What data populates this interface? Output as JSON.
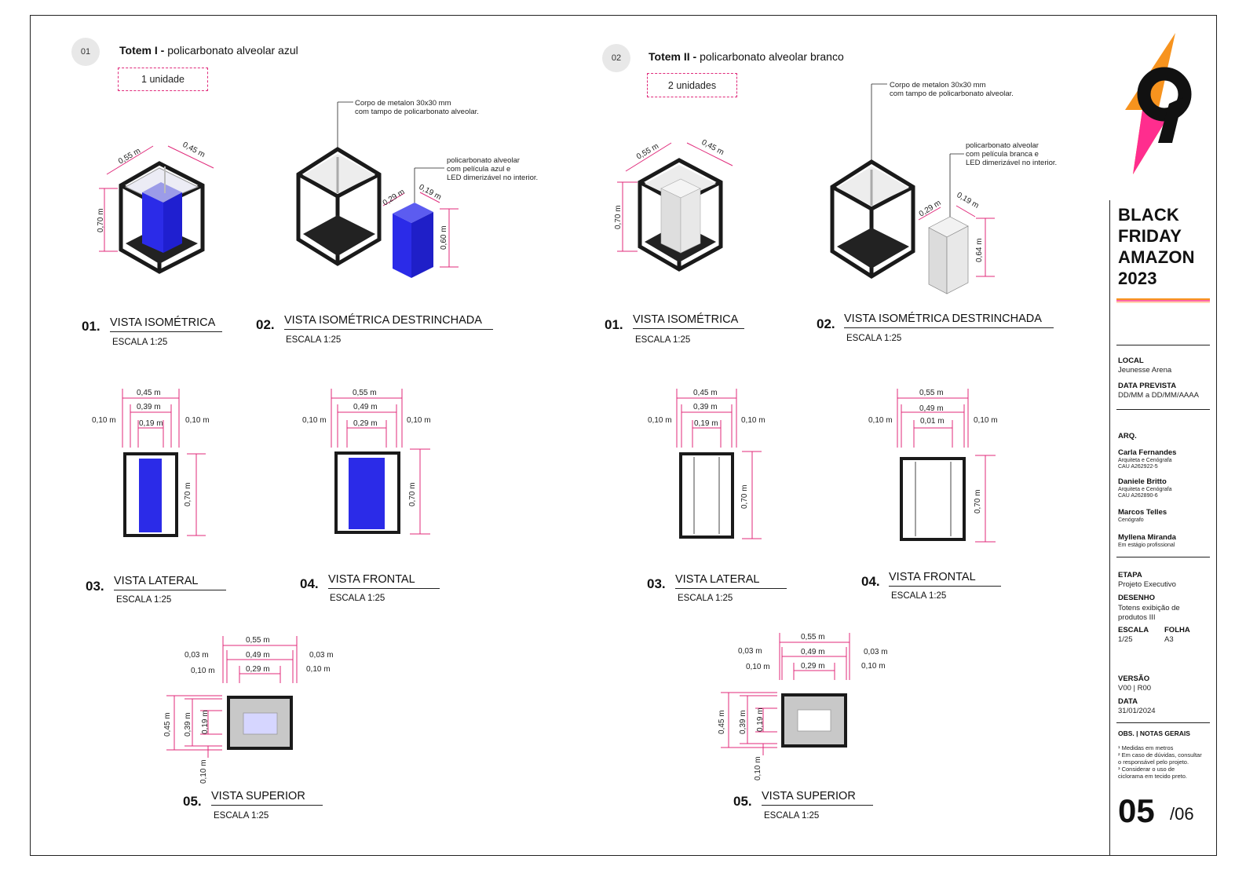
{
  "left": {
    "number": "01",
    "title_bold": "Totem I -",
    "title_rest": "policarbonato alveolar azul",
    "units": "1 unidade",
    "note_body": [
      "Corpo de metalon 30x30 mm",
      "com tampo de policarbonato alveolar."
    ],
    "note_panel": [
      "policarbonato alveolar",
      "com película azul e",
      "LED dimerizável no interior."
    ],
    "iso_dims": {
      "w1": "0,55 m",
      "w2": "0,45 m",
      "h": "0,70 m"
    },
    "exploded_dims": {
      "a": "0,29 m",
      "b": "0,19 m",
      "h": "0,60 m"
    },
    "views": [
      {
        "num": "01.",
        "name": "VISTA ISOMÉTRICA",
        "scale": "ESCALA 1:25"
      },
      {
        "num": "02.",
        "name": "VISTA ISOMÉTRICA DESTRINCHADA",
        "scale": "ESCALA 1:25"
      },
      {
        "num": "03.",
        "name": "VISTA LATERAL",
        "scale": "ESCALA 1:25"
      },
      {
        "num": "04.",
        "name": "VISTA FRONTAL",
        "scale": "ESCALA 1:25"
      },
      {
        "num": "05.",
        "name": "VISTA SUPERIOR",
        "scale": "ESCALA 1:25"
      }
    ],
    "lateral_dims": {
      "outer": "0,45 m",
      "mid": "0,39 m",
      "inner": "0,19 m",
      "side_l": "0,10 m",
      "side_r": "0,10 m",
      "h": "0,70 m"
    },
    "frontal_dims": {
      "outer": "0,55 m",
      "mid": "0,49 m",
      "inner": "0,29 m",
      "side_l": "0,10 m",
      "side_r": "0,10 m",
      "h": "0,70 m"
    },
    "top_dims": {
      "outer": "0,55 m",
      "mid": "0,49 m",
      "inner": "0,29 m",
      "a": "0,03 m",
      "b": "0,03 m",
      "c": "0,10 m",
      "d": "0,10 m",
      "v1": "0,45 m",
      "v2": "0,39 m",
      "v3": "0,19 m",
      "v4": "0,10 m"
    }
  },
  "right": {
    "number": "02",
    "title_bold": "Totem II -",
    "title_rest": "policarbonato alveolar branco",
    "units": "2 unidades",
    "note_body": [
      "Corpo de metalon 30x30 mm",
      "com tampo de policarbonato alveolar."
    ],
    "note_panel": [
      "policarbonato alveolar",
      "com película branca e",
      "LED dimerizável no interior."
    ],
    "iso_dims": {
      "w1": "0,55 m",
      "w2": "0,45 m",
      "h": "0,70 m"
    },
    "exploded_dims": {
      "a": "0,29 m",
      "b": "0,19 m",
      "h": "0,64 m"
    },
    "views": [
      {
        "num": "01.",
        "name": "VISTA ISOMÉTRICA",
        "scale": "ESCALA 1:25"
      },
      {
        "num": "02.",
        "name": "VISTA ISOMÉTRICA DESTRINCHADA",
        "scale": "ESCALA 1:25"
      },
      {
        "num": "03.",
        "name": "VISTA LATERAL",
        "scale": "ESCALA 1:25"
      },
      {
        "num": "04.",
        "name": "VISTA FRONTAL",
        "scale": "ESCALA 1:25"
      },
      {
        "num": "05.",
        "name": "VISTA SUPERIOR",
        "scale": "ESCALA 1:25"
      }
    ],
    "lateral_dims": {
      "outer": "0,45 m",
      "mid": "0,39 m",
      "inner": "0,19 m",
      "side_l": "0,10 m",
      "side_r": "0,10 m",
      "h": "0,70 m"
    },
    "frontal_dims": {
      "outer": "0,55 m",
      "mid": "0,49 m",
      "inner": "0,01 m",
      "side_l": "0,10 m",
      "side_r": "0,10 m",
      "h": "0,70 m"
    },
    "top_dims": {
      "outer": "0,55 m",
      "mid": "0,49 m",
      "inner": "0,29 m",
      "a": "0,03 m",
      "b": "0,03 m",
      "c": "0,10 m",
      "d": "0,10 m",
      "v1": "0,45 m",
      "v2": "0,39 m",
      "v3": "0,19 m",
      "v4": "0,10 m"
    }
  },
  "titleblock": {
    "logo": "9",
    "project": [
      "BLACK",
      "FRIDAY",
      "AMAZON",
      "2023"
    ],
    "local_label": "LOCAL",
    "local_value": "Jeunesse Arena",
    "date_label": "DATA PREVISTA",
    "date_value": "DD/MM a DD/MM/AAAA",
    "arq_label": "ARQ.",
    "people": [
      {
        "name": "Carla Fernandes",
        "role": "Arquiteta e Cenógrafa",
        "reg": "CAU A262922-5"
      },
      {
        "name": "Daniele Britto",
        "role": "Arquiteta e Cenógrafa",
        "reg": "CAU A262890-6"
      },
      {
        "name": "Marcos Telles",
        "role": "Cenógrafo",
        "reg": ""
      },
      {
        "name": "Myllena Miranda",
        "role": "Em estágio profissional",
        "reg": ""
      }
    ],
    "etapa_label": "ETAPA",
    "etapa_value": "Projeto Executivo",
    "desenho_label": "DESENHO",
    "desenho_value": [
      "Totens exibição de",
      "produtos III"
    ],
    "escala_label": "ESCALA",
    "escala_value": "1/25",
    "folha_label": "FOLHA",
    "folha_value": "A3",
    "versao_label": "VERSÃO",
    "versao_value": "V00 | R00",
    "data_label": "DATA",
    "data_value": "31/01/2024",
    "obs_label": "OBS. | NOTAS GERAIS",
    "obs_lines": [
      "¹ Medidas em metros",
      "² Em caso de dúvidas, consultar",
      "  o responsável pelo projeto.",
      "³ Considerar o uso de",
      "  ciclorama em tecido preto."
    ],
    "sheet": "05",
    "sheet_total": "/06"
  },
  "colors": {
    "accent": "#e0297a",
    "blue": "#2b2be8",
    "white_panel": "#e4e4e4",
    "frame": "#1a1a1a"
  }
}
